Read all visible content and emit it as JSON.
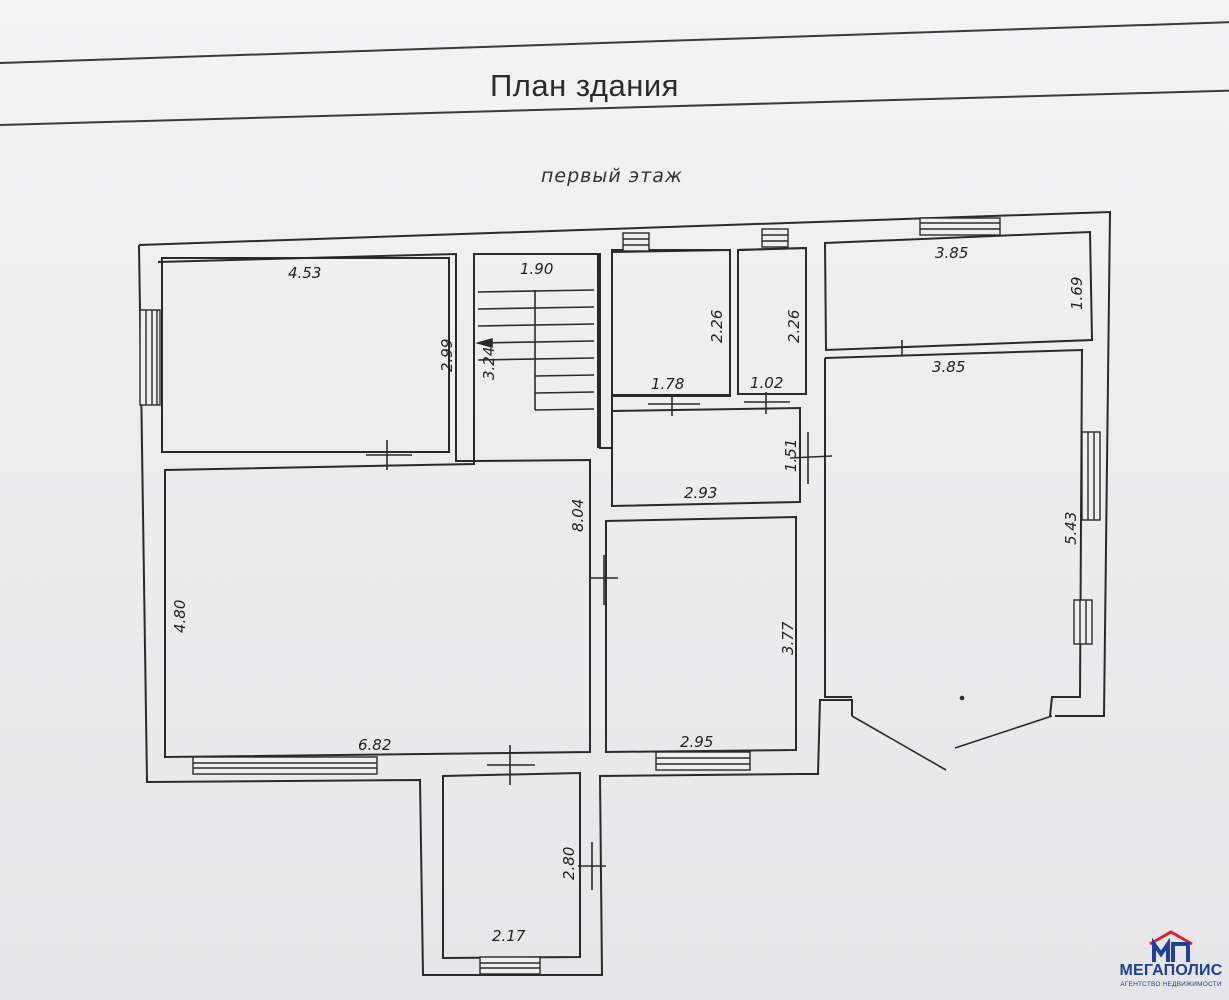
{
  "header": {
    "title": "План здания",
    "subtitle": "первый этаж"
  },
  "dimensions": {
    "room_top_left_width": "4.53",
    "room_top_left_height": "2.99",
    "stair_width": "1.90",
    "stair_height": "3.24",
    "room_small1_width": "1.78",
    "room_small1_height": "2.26",
    "room_small2_width": "1.02",
    "room_small2_height": "2.26",
    "room_top_right_width": "3.85",
    "room_top_right_height": "1.69",
    "room_right_width": "3.85",
    "room_right_height": "5.43",
    "hall_height": "1.51",
    "hall_width": "2.93",
    "living_depth": "8.04",
    "living_height": "4.80",
    "living_width": "6.82",
    "room_center_height": "3.77",
    "room_center_width": "2.95",
    "vestibule_height": "2.80",
    "vestibule_width": "2.17"
  },
  "logo": {
    "name": "МЕГАПОЛИС",
    "tagline": "АГЕНТСТВО НЕДВИЖИМОСТИ",
    "brand_color": "#1e3f9a",
    "accent_color": "#d8232a"
  }
}
